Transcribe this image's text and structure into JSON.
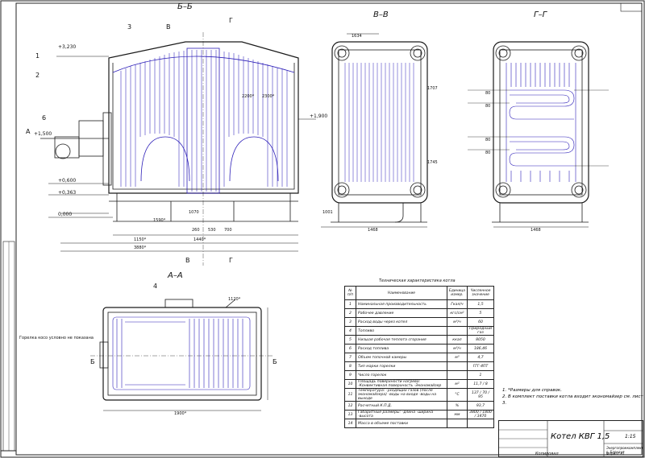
{
  "views": {
    "bb": {
      "title": "Б–Б"
    },
    "vv": {
      "title": "В–В"
    },
    "gg": {
      "title": "Г–Г"
    },
    "aa": {
      "title": "А–А"
    }
  },
  "callouts": [
    "1",
    "2",
    "3",
    "4",
    "6"
  ],
  "cut_marks": {
    "v": "В",
    "g": "Г",
    "a": "А",
    "b": "Б"
  },
  "elevations": [
    "+3,230",
    "+1,900",
    "+1,500",
    "+0,600",
    "+0,363",
    "0,000"
  ],
  "dims": {
    "bb": [
      "1590*",
      "3880*",
      "1150*",
      "1440*",
      "2200*",
      "2300*",
      "1070",
      "530",
      "260",
      "700"
    ],
    "vv": [
      "1634",
      "1468",
      "1001",
      "1707",
      "1745"
    ],
    "gg": [
      "1468",
      "80",
      "80",
      "80",
      "80"
    ],
    "aa": [
      "1120*",
      "1900*"
    ]
  },
  "aa_note": "Горелка косо условно не показана",
  "spec_table": {
    "caption": "Техническая характеристика котла",
    "headers": [
      "№ п/п",
      "Наименование",
      "Единица измер.",
      "Численное значение"
    ],
    "rows": [
      {
        "n": "1",
        "name": "Номинальная производительность",
        "unit": "Гкал/ч",
        "value": "1,5"
      },
      {
        "n": "2",
        "name": "Рабочее давление",
        "unit": "кгс/см²",
        "value": "5"
      },
      {
        "n": "3",
        "name": "Расход воды через котел",
        "unit": "м³/ч",
        "value": "60"
      },
      {
        "n": "4",
        "name": "Топливо",
        "unit": "",
        "value": "Природный газ"
      },
      {
        "n": "5",
        "name": "Низшая рабочая теплота сгорания",
        "unit": "ккал",
        "value": "8050"
      },
      {
        "n": "6",
        "name": "Расход топлива",
        "unit": "м³/ч",
        "value": "186,46"
      },
      {
        "n": "7",
        "name": "Объем топочной камеры",
        "unit": "м³",
        "value": "4,7"
      },
      {
        "n": "8",
        "name": "Тип марки горелки",
        "unit": "",
        "value": "ГГГ-4ПТ"
      },
      {
        "n": "9",
        "name": "Число горелок",
        "unit": "",
        "value": "1"
      },
      {
        "n": "10",
        "name": "Площадь поверхности нагрева: -Конвективная поверхность -Экономайзер",
        "unit": "м²",
        "value": "11,7 / 8"
      },
      {
        "n": "11",
        "name": "Температура: -уходящих газов (после экономайзера) -воды на входе -воды на выходе",
        "unit": "°С",
        "value": "137 / 70 / 95"
      },
      {
        "n": "12",
        "name": "Расчетный К.П.Д.",
        "unit": "%",
        "value": "93,7"
      },
      {
        "n": "13",
        "name": "Габаритные размеры: -длина -ширина -высота",
        "unit": "мм",
        "value": "3800 / 1800 / 3470"
      },
      {
        "n": "14",
        "name": "Масса в объеме поставки",
        "unit": "",
        "value": ""
      }
    ]
  },
  "notes": [
    "1. *Размеры для справок.",
    "2. В комплект поставки котла входит экономайзер см. лист 3."
  ],
  "stamp": {
    "name": "Котел КВГ 1,5",
    "sheet": "1:15",
    "org": "Энергопромкомплект г. Барнаул",
    "format": "Формат А1",
    "copied": "Копировал"
  },
  "colors": {
    "line": "#1a1a1a",
    "tube": "#2d1fb8",
    "accent": "#3b3bd6"
  }
}
